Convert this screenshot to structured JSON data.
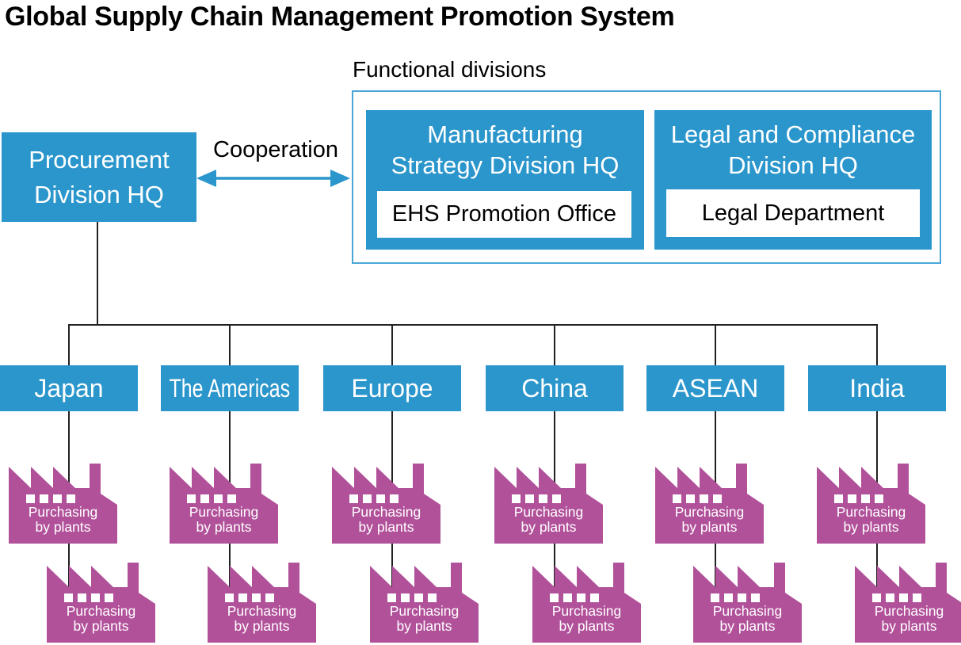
{
  "title": "Global Supply Chain Management Promotion System",
  "cooperation_label": "Cooperation",
  "procurement": {
    "line1": "Procurement",
    "line2": "Division HQ"
  },
  "functional": {
    "heading": "Functional divisions",
    "divisions": [
      {
        "name_line1": "Manufacturing",
        "name_line2": "Strategy Division HQ",
        "office": "EHS Promotion Office"
      },
      {
        "name_line1": "Legal and Compliance",
        "name_line2": "Division HQ",
        "office": "Legal Department"
      }
    ]
  },
  "regions": [
    {
      "label": "Japan",
      "plants": [
        "Purchasing by plants",
        "Purchasing by plants"
      ]
    },
    {
      "label": "The Americas",
      "plants": [
        "Purchasing by plants",
        "Purchasing by plants"
      ]
    },
    {
      "label": "Europe",
      "plants": [
        "Purchasing by plants",
        "Purchasing by plants"
      ]
    },
    {
      "label": "China",
      "plants": [
        "Purchasing by plants",
        "Purchasing by plants"
      ]
    },
    {
      "label": "ASEAN",
      "plants": [
        "Purchasing by plants",
        "Purchasing by plants"
      ]
    },
    {
      "label": "India",
      "plants": [
        "Purchasing by plants",
        "Purchasing by plants"
      ]
    }
  ],
  "plant_label": {
    "full": "Purchasing by plants",
    "line1": "Purchasing",
    "line2": "by plants"
  },
  "colors": {
    "box_blue": "#2B96CC",
    "group_border_blue": "#4BA6D8",
    "plant_magenta": "#B1519A",
    "connector_line": "#222222"
  }
}
